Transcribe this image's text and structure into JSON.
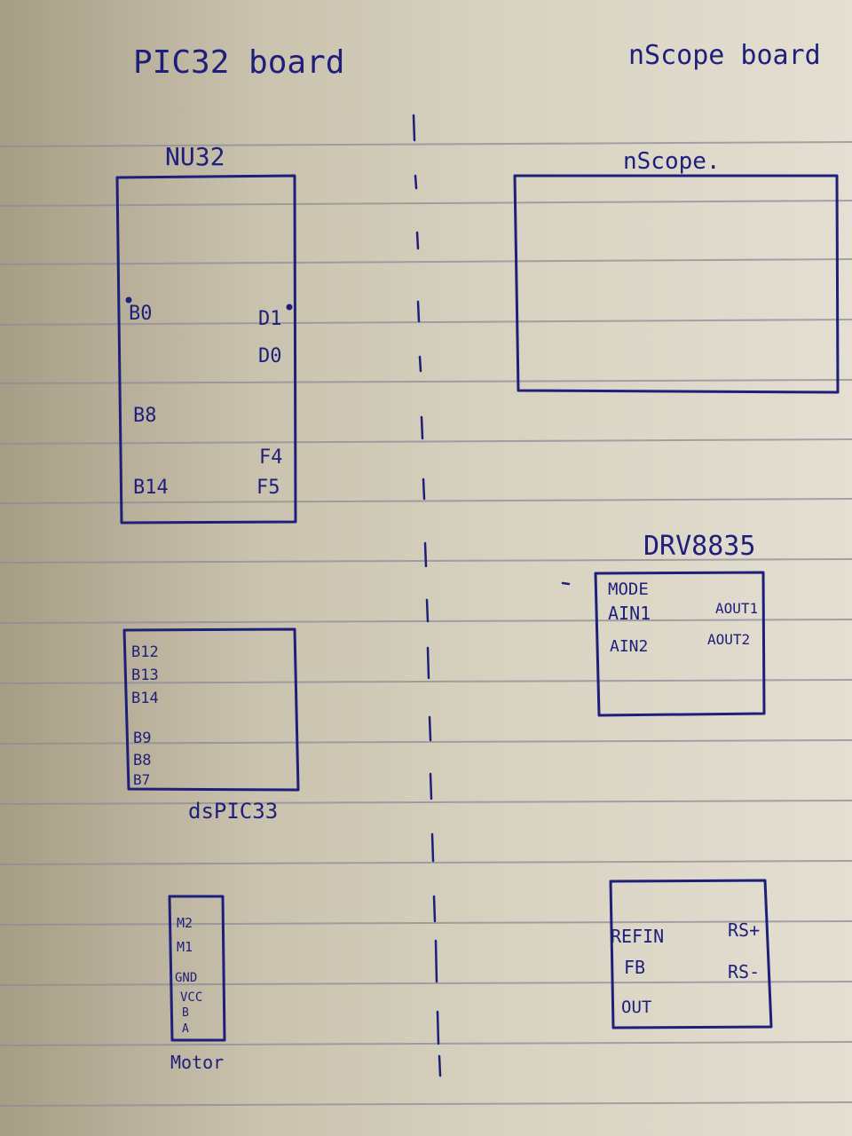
{
  "headings": {
    "left": "PIC32 board",
    "right": "nScope board"
  },
  "nu32": {
    "title": "NU32",
    "left_pins": [
      "B0",
      "B8",
      "B14"
    ],
    "right_pins": [
      "D1",
      "D0",
      "F4",
      "F5"
    ]
  },
  "nscope": {
    "title": "nScope."
  },
  "drv8835": {
    "title": "DRV8835",
    "left_pins": [
      "MODE",
      "AIN1",
      "AIN2"
    ],
    "right_pins": [
      "AOUT1",
      "AOUT2"
    ]
  },
  "dspic33": {
    "title": "dsPIC33",
    "pins": [
      "B12",
      "B13",
      "B14",
      "B9",
      "B8",
      "B7"
    ]
  },
  "motor": {
    "title": "Motor",
    "pins": [
      "M2",
      "M1",
      "GND",
      "VCC",
      "B",
      "A"
    ]
  },
  "current_sensor": {
    "left_pins": [
      "REFIN",
      "FB",
      "OUT"
    ],
    "right_pins": [
      "RS+",
      "RS-"
    ]
  },
  "colors": {
    "ink": "#1e1f7a",
    "paper_lines": "#8b8a92"
  }
}
